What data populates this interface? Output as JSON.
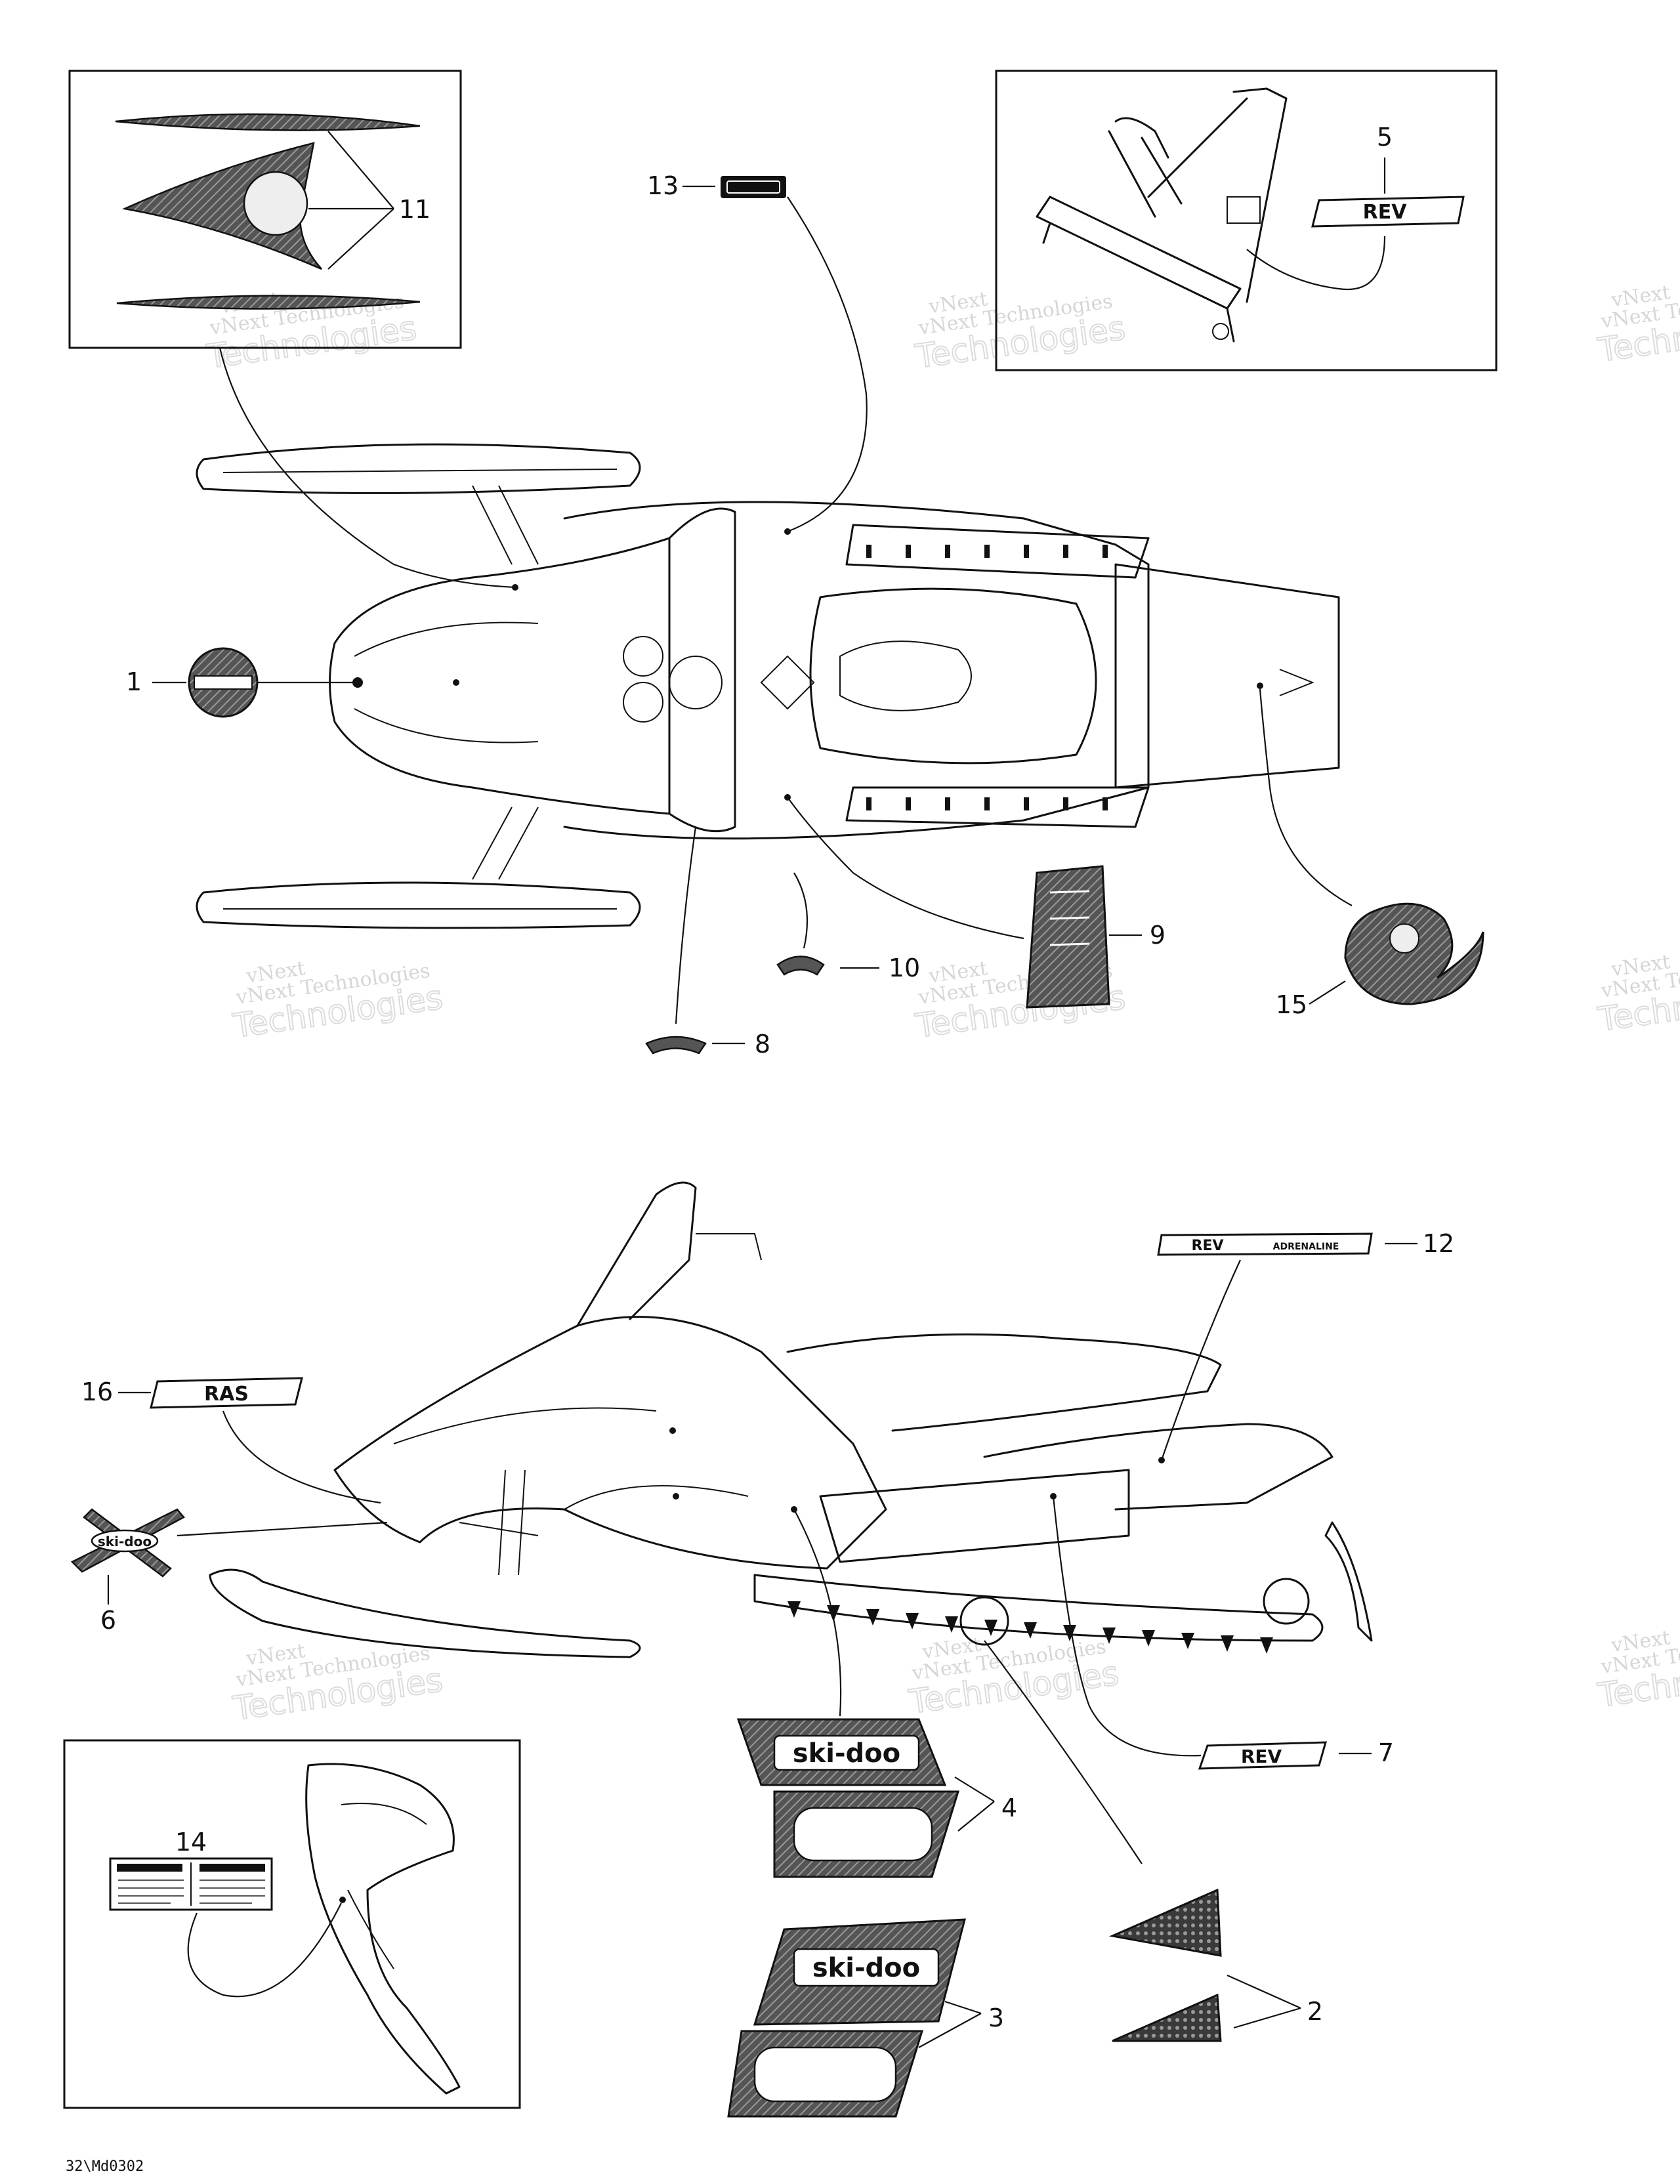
{
  "callouts": [
    {
      "id": "1",
      "label": "1"
    },
    {
      "id": "2",
      "label": "2"
    },
    {
      "id": "3",
      "label": "3"
    },
    {
      "id": "4",
      "label": "4"
    },
    {
      "id": "5",
      "label": "5"
    },
    {
      "id": "6",
      "label": "6"
    },
    {
      "id": "7",
      "label": "7"
    },
    {
      "id": "8",
      "label": "8"
    },
    {
      "id": "9",
      "label": "9"
    },
    {
      "id": "10",
      "label": "10"
    },
    {
      "id": "11",
      "label": "11"
    },
    {
      "id": "12",
      "label": "12"
    },
    {
      "id": "13",
      "label": "13"
    },
    {
      "id": "14",
      "label": "14"
    },
    {
      "id": "15",
      "label": "15"
    },
    {
      "id": "16",
      "label": "16"
    }
  ],
  "decal_text": {
    "brand": "ski-doo",
    "rev": "REV",
    "rev_x": "REV",
    "rev_x_suffix": "ADRENALINE",
    "rs": "RAS"
  },
  "watermark": {
    "line1": "vNext Technologies",
    "line2": "vNext",
    "line3": "Technologies"
  },
  "drawing_code": "32\\Md0302",
  "colors": {
    "ink": "#111111",
    "watermark": "#d6d6d6",
    "background": "#ffffff"
  }
}
